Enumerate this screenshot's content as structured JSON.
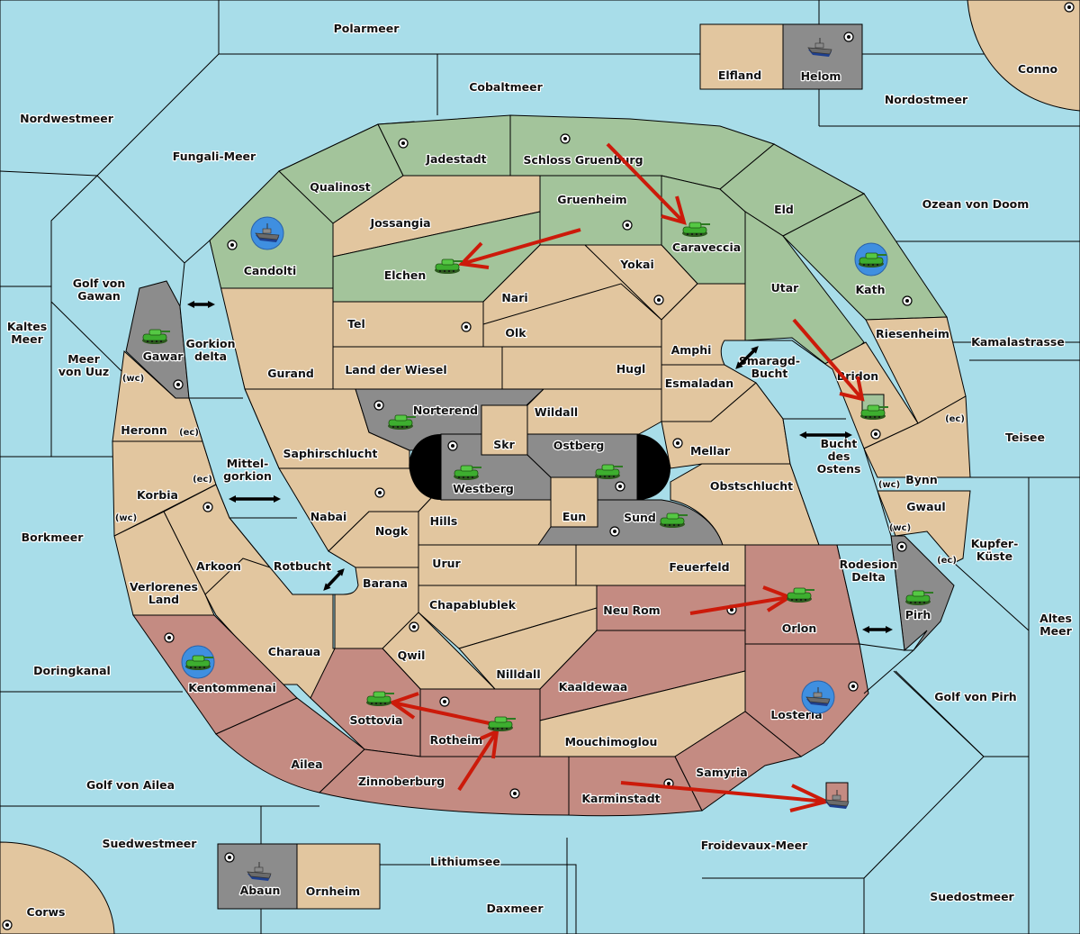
{
  "title": "Diplomacy variant map",
  "colors": {
    "sea": "#a8dde9",
    "neutral": "#e2c69f",
    "green_power": "#a3c49b",
    "red_power": "#c48b82",
    "grey_power": "#8c8c8c",
    "order_arrow": "#cc1a0a",
    "unit_highlight_ring": "#3f8fe0"
  },
  "seas": [
    {
      "id": "polarmeer",
      "name": "Polarmeer"
    },
    {
      "id": "cobaltmeer",
      "name": "Cobaltmeer"
    },
    {
      "id": "nordwestmeer",
      "name": "Nordwestmeer"
    },
    {
      "id": "fungali",
      "name": "Fungali-Meer"
    },
    {
      "id": "nordostmeer",
      "name": "Nordostmeer"
    },
    {
      "id": "ozean",
      "name": "Ozean von Doom"
    },
    {
      "id": "gawan",
      "name": "Golf von\nGawan"
    },
    {
      "id": "kaltes",
      "name": "Kaltes\nMeer"
    },
    {
      "id": "uuz",
      "name": "Meer\nvon Uuz"
    },
    {
      "id": "gorkiondelta",
      "name": "Gorkion\ndelta"
    },
    {
      "id": "mittelgorkion",
      "name": "Mittel-\ngorkion"
    },
    {
      "id": "rotbucht",
      "name": "Rotbucht"
    },
    {
      "id": "borkmeer",
      "name": "Borkmeer"
    },
    {
      "id": "doringkanal",
      "name": "Doringkanal"
    },
    {
      "id": "ailea_golf",
      "name": "Golf von Ailea"
    },
    {
      "id": "suedwestmeer",
      "name": "Suedwestmeer"
    },
    {
      "id": "lithiumsee",
      "name": "Lithiumsee"
    },
    {
      "id": "daxmeer",
      "name": "Daxmeer"
    },
    {
      "id": "froidevaux",
      "name": "Froidevaux-Meer"
    },
    {
      "id": "suedostmeer",
      "name": "Suedostmeer"
    },
    {
      "id": "pirh_golf",
      "name": "Golf von Pirh"
    },
    {
      "id": "altes",
      "name": "Altes\nMeer"
    },
    {
      "id": "kupfer",
      "name": "Kupfer-\nKüste"
    },
    {
      "id": "teisee",
      "name": "Teisee"
    },
    {
      "id": "kamala",
      "name": "Kamalastrasse"
    },
    {
      "id": "smaragd",
      "name": "Smaragd-\nBucht"
    },
    {
      "id": "ostens",
      "name": "Bucht\ndes\nOstens"
    },
    {
      "id": "rodesion",
      "name": "Rodesion\nDelta"
    }
  ],
  "territories": [
    {
      "name": "Elfland",
      "owner": "neutral"
    },
    {
      "name": "Helom",
      "owner": "grey"
    },
    {
      "name": "Conno",
      "owner": "neutral"
    },
    {
      "name": "Candolti",
      "owner": "green"
    },
    {
      "name": "Qualinost",
      "owner": "green"
    },
    {
      "name": "Jadestadt",
      "owner": "green"
    },
    {
      "name": "Schloss Gruenburg",
      "owner": "green"
    },
    {
      "name": "Gruenheim",
      "owner": "green"
    },
    {
      "name": "Jossangia",
      "owner": "neutral"
    },
    {
      "name": "Elchen",
      "owner": "green"
    },
    {
      "name": "Caraveccia",
      "owner": "green"
    },
    {
      "name": "Eld",
      "owner": "green"
    },
    {
      "name": "Utar",
      "owner": "green"
    },
    {
      "name": "Kath",
      "owner": "green"
    },
    {
      "name": "Yokai",
      "owner": "neutral"
    },
    {
      "name": "Nari",
      "owner": "neutral"
    },
    {
      "name": "Olk",
      "owner": "neutral"
    },
    {
      "name": "Tel",
      "owner": "neutral"
    },
    {
      "name": "Land der Wiesel",
      "owner": "neutral"
    },
    {
      "name": "Hugl",
      "owner": "neutral"
    },
    {
      "name": "Amphi",
      "owner": "neutral"
    },
    {
      "name": "Esmaladan",
      "owner": "neutral"
    },
    {
      "name": "Riesenheim",
      "owner": "neutral"
    },
    {
      "name": "Bridon",
      "owner": "neutral"
    },
    {
      "name": "Gurand",
      "owner": "neutral"
    },
    {
      "name": "Gawar",
      "owner": "grey"
    },
    {
      "name": "Heronn",
      "owner": "neutral"
    },
    {
      "name": "Korbia",
      "owner": "neutral"
    },
    {
      "name": "Arkoon",
      "owner": "neutral"
    },
    {
      "name": "Verlorenes\nLand",
      "owner": "neutral"
    },
    {
      "name": "Saphirschlucht",
      "owner": "neutral"
    },
    {
      "name": "Nabai",
      "owner": "neutral"
    },
    {
      "name": "Nogk",
      "owner": "neutral"
    },
    {
      "name": "Hills",
      "owner": "neutral"
    },
    {
      "name": "Norterend",
      "owner": "grey"
    },
    {
      "name": "Skr",
      "owner": "neutral"
    },
    {
      "name": "Wildall",
      "owner": "neutral"
    },
    {
      "name": "Westberg",
      "owner": "grey"
    },
    {
      "name": "Ostberg",
      "owner": "grey"
    },
    {
      "name": "Eun",
      "owner": "neutral"
    },
    {
      "name": "Sund",
      "owner": "grey"
    },
    {
      "name": "Mellar",
      "owner": "neutral"
    },
    {
      "name": "Obstschlucht",
      "owner": "neutral"
    },
    {
      "name": "Bynn",
      "owner": "neutral"
    },
    {
      "name": "Gwaul",
      "owner": "neutral"
    },
    {
      "name": "Pirh",
      "owner": "grey"
    },
    {
      "name": "Urur",
      "owner": "neutral"
    },
    {
      "name": "Feuerfeld",
      "owner": "neutral"
    },
    {
      "name": "Barana",
      "owner": "neutral"
    },
    {
      "name": "Chapablublek",
      "owner": "neutral"
    },
    {
      "name": "Qwil",
      "owner": "neutral"
    },
    {
      "name": "Nilldall",
      "owner": "neutral"
    },
    {
      "name": "Neu Rom",
      "owner": "red"
    },
    {
      "name": "Orlon",
      "owner": "red"
    },
    {
      "name": "Kaaldewaa",
      "owner": "red"
    },
    {
      "name": "Mouchimoglou",
      "owner": "neutral"
    },
    {
      "name": "Charaua",
      "owner": "neutral"
    },
    {
      "name": "Kentommenai",
      "owner": "red"
    },
    {
      "name": "Sottovia",
      "owner": "red"
    },
    {
      "name": "Rotheim",
      "owner": "red"
    },
    {
      "name": "Ailea",
      "owner": "red"
    },
    {
      "name": "Zinnoberburg",
      "owner": "red"
    },
    {
      "name": "Karminstadt",
      "owner": "red"
    },
    {
      "name": "Samyria",
      "owner": "red"
    },
    {
      "name": "Losteria",
      "owner": "red"
    },
    {
      "name": "Abaun",
      "owner": "grey"
    },
    {
      "name": "Ornheim",
      "owner": "neutral"
    },
    {
      "name": "Corws",
      "owner": "neutral"
    }
  ],
  "coast_labels": {
    "wc": "(wc)",
    "ec": "(ec)"
  },
  "units": [
    {
      "type": "fleet",
      "location": "Helom",
      "highlighted": false
    },
    {
      "type": "fleet",
      "location": "Candolti",
      "highlighted": true
    },
    {
      "type": "army",
      "location": "Elchen",
      "highlighted": false
    },
    {
      "type": "army",
      "location": "Caraveccia",
      "highlighted": false
    },
    {
      "type": "army",
      "location": "Kath",
      "highlighted": true
    },
    {
      "type": "army",
      "location": "Gawar",
      "highlighted": false
    },
    {
      "type": "army",
      "location": "Norterend",
      "highlighted": false
    },
    {
      "type": "army",
      "location": "Westberg",
      "highlighted": false
    },
    {
      "type": "army",
      "location": "Ostberg",
      "highlighted": false
    },
    {
      "type": "army",
      "location": "Sund",
      "highlighted": false
    },
    {
      "type": "army",
      "location": "Bridon",
      "highlighted": false
    },
    {
      "type": "army",
      "location": "Pirh",
      "highlighted": false
    },
    {
      "type": "army",
      "location": "Orlon",
      "highlighted": false
    },
    {
      "type": "army",
      "location": "Kentommenai",
      "highlighted": true
    },
    {
      "type": "army",
      "location": "Sottovia",
      "highlighted": false
    },
    {
      "type": "army",
      "location": "Rotheim",
      "highlighted": false
    },
    {
      "type": "fleet",
      "location": "Losteria",
      "highlighted": true
    },
    {
      "type": "fleet",
      "location": "Froidevaux-Meer",
      "highlighted": false
    },
    {
      "type": "fleet",
      "location": "Abaun",
      "highlighted": false
    }
  ],
  "orders": [
    {
      "from": "Schloss Gruenburg",
      "to": "Caraveccia"
    },
    {
      "from": "Gruenheim",
      "to": "Elchen"
    },
    {
      "from": "Utar",
      "to": "Bridon"
    },
    {
      "from": "Neu Rom",
      "to": "Orlon"
    },
    {
      "from": "Rotheim",
      "to": "Sottovia"
    },
    {
      "from": "Zinnoberburg",
      "to": "Rotheim"
    },
    {
      "from": "Karminstadt",
      "to": "Froidevaux-Meer"
    }
  ],
  "canal_links": [
    {
      "name": "Gorkion crossing"
    },
    {
      "name": "Mittelgorkion crossing"
    },
    {
      "name": "Rotbucht crossing"
    },
    {
      "name": "Smaragd-Bucht crossing"
    },
    {
      "name": "Bucht des Ostens crossing"
    },
    {
      "name": "Rodesion crossing"
    }
  ]
}
